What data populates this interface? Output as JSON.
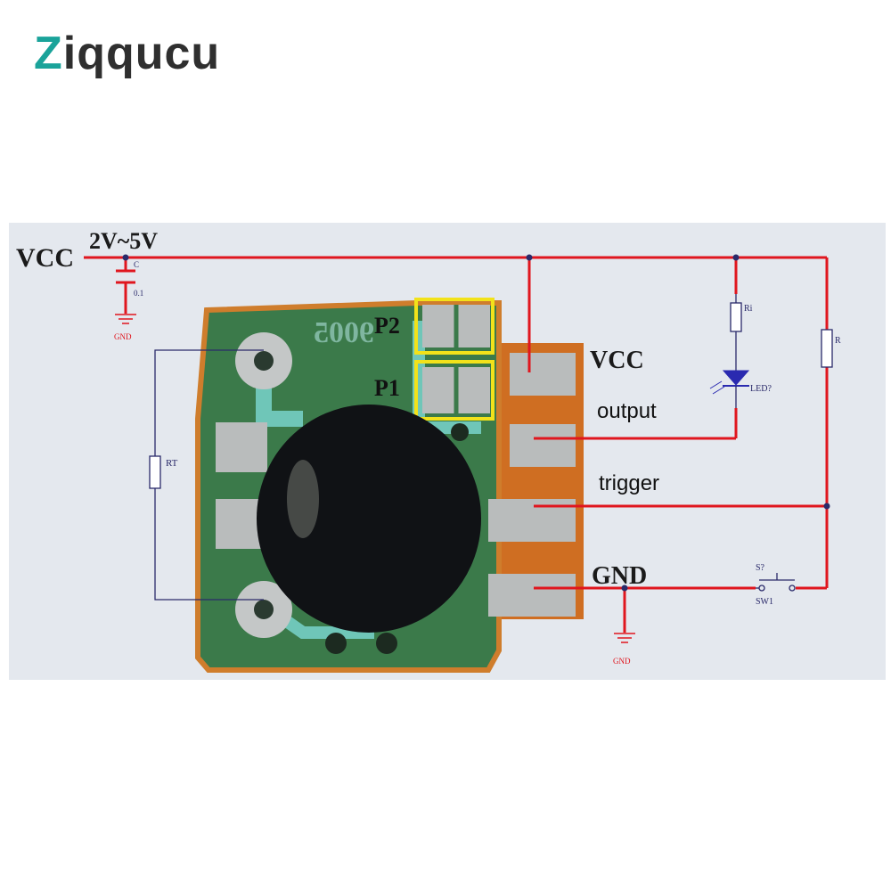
{
  "brand": {
    "first_letter": "Z",
    "rest": "iqqucu"
  },
  "labels": {
    "vcc_left": "VCC",
    "voltage": "2V~5V",
    "cap_name": "C",
    "cap_value": "0.1",
    "gnd_left": "GND",
    "rt": "RT",
    "board_code": "9005",
    "p2": "P2",
    "p1": "P1",
    "vcc_pin": "VCC",
    "output": "output",
    "trigger": "trigger",
    "gnd_pin": "GND",
    "gnd_bottom": "GND",
    "ri": "Ri",
    "led": "LED?",
    "r": "R",
    "switch_ref": "S?",
    "switch_name": "SW1"
  },
  "colors": {
    "wire": "#e0161e",
    "schematic_line": "#2a2a6a",
    "board_green": "#3b7a4a",
    "pad_silver": "#b9bcbc",
    "highlight_yellow": "#f2e21a",
    "brand_teal": "#1aa39a"
  }
}
